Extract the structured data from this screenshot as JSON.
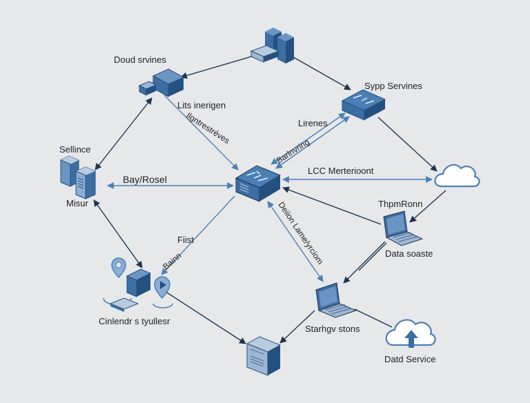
{
  "colors": {
    "background": "#e7e8ea",
    "node_fill": "#3c6ea3",
    "node_dark": "#24507f",
    "node_light": "#6b96c4",
    "link_blue": "#4a7fb5",
    "link_dark": "#1f3550",
    "text": "#1b1f24"
  },
  "nodes": [
    {
      "id": "top-server",
      "icon": "server-rack-icon",
      "label": ""
    },
    {
      "id": "cloud-services",
      "icon": "router-icon",
      "label": "Doud srvines"
    },
    {
      "id": "sypp-services",
      "icon": "switch-icon",
      "label": "Sypp Servines"
    },
    {
      "id": "sellince",
      "icon": "server-tower-icon",
      "label": "Sellince",
      "sublabel": "Misur"
    },
    {
      "id": "core-switch",
      "icon": "switch-icon",
      "label": ""
    },
    {
      "id": "cloud",
      "icon": "cloud-icon",
      "label": ""
    },
    {
      "id": "thpmronn",
      "icon": "laptop-icon",
      "label": "ThpmRonn",
      "sublabel": "Data soaste"
    },
    {
      "id": "cinlendr",
      "icon": "location-device-icon",
      "label": "Cinlendr s tyullesr"
    },
    {
      "id": "starhgv",
      "icon": "laptop-icon",
      "label": "Starhgv stons"
    },
    {
      "id": "bottom-server",
      "icon": "server-tower-icon",
      "label": ""
    },
    {
      "id": "datd-service",
      "icon": "cloud-upload-icon",
      "label": "Datd Service"
    }
  ],
  "edge_labels": {
    "lits_inerigen": "Lits inerigen",
    "ilgntrestreves": "Ilgntrestréves",
    "lirenes": "Lirenes",
    "barinving": "Barlnvring",
    "bay_rosel": "Bay/Rosel",
    "lcc_merterioont": "LCC Merterioont",
    "fiist": "Fiist",
    "bainn": "Bainn",
    "deiion": "Deiion Lame/yrciom"
  }
}
